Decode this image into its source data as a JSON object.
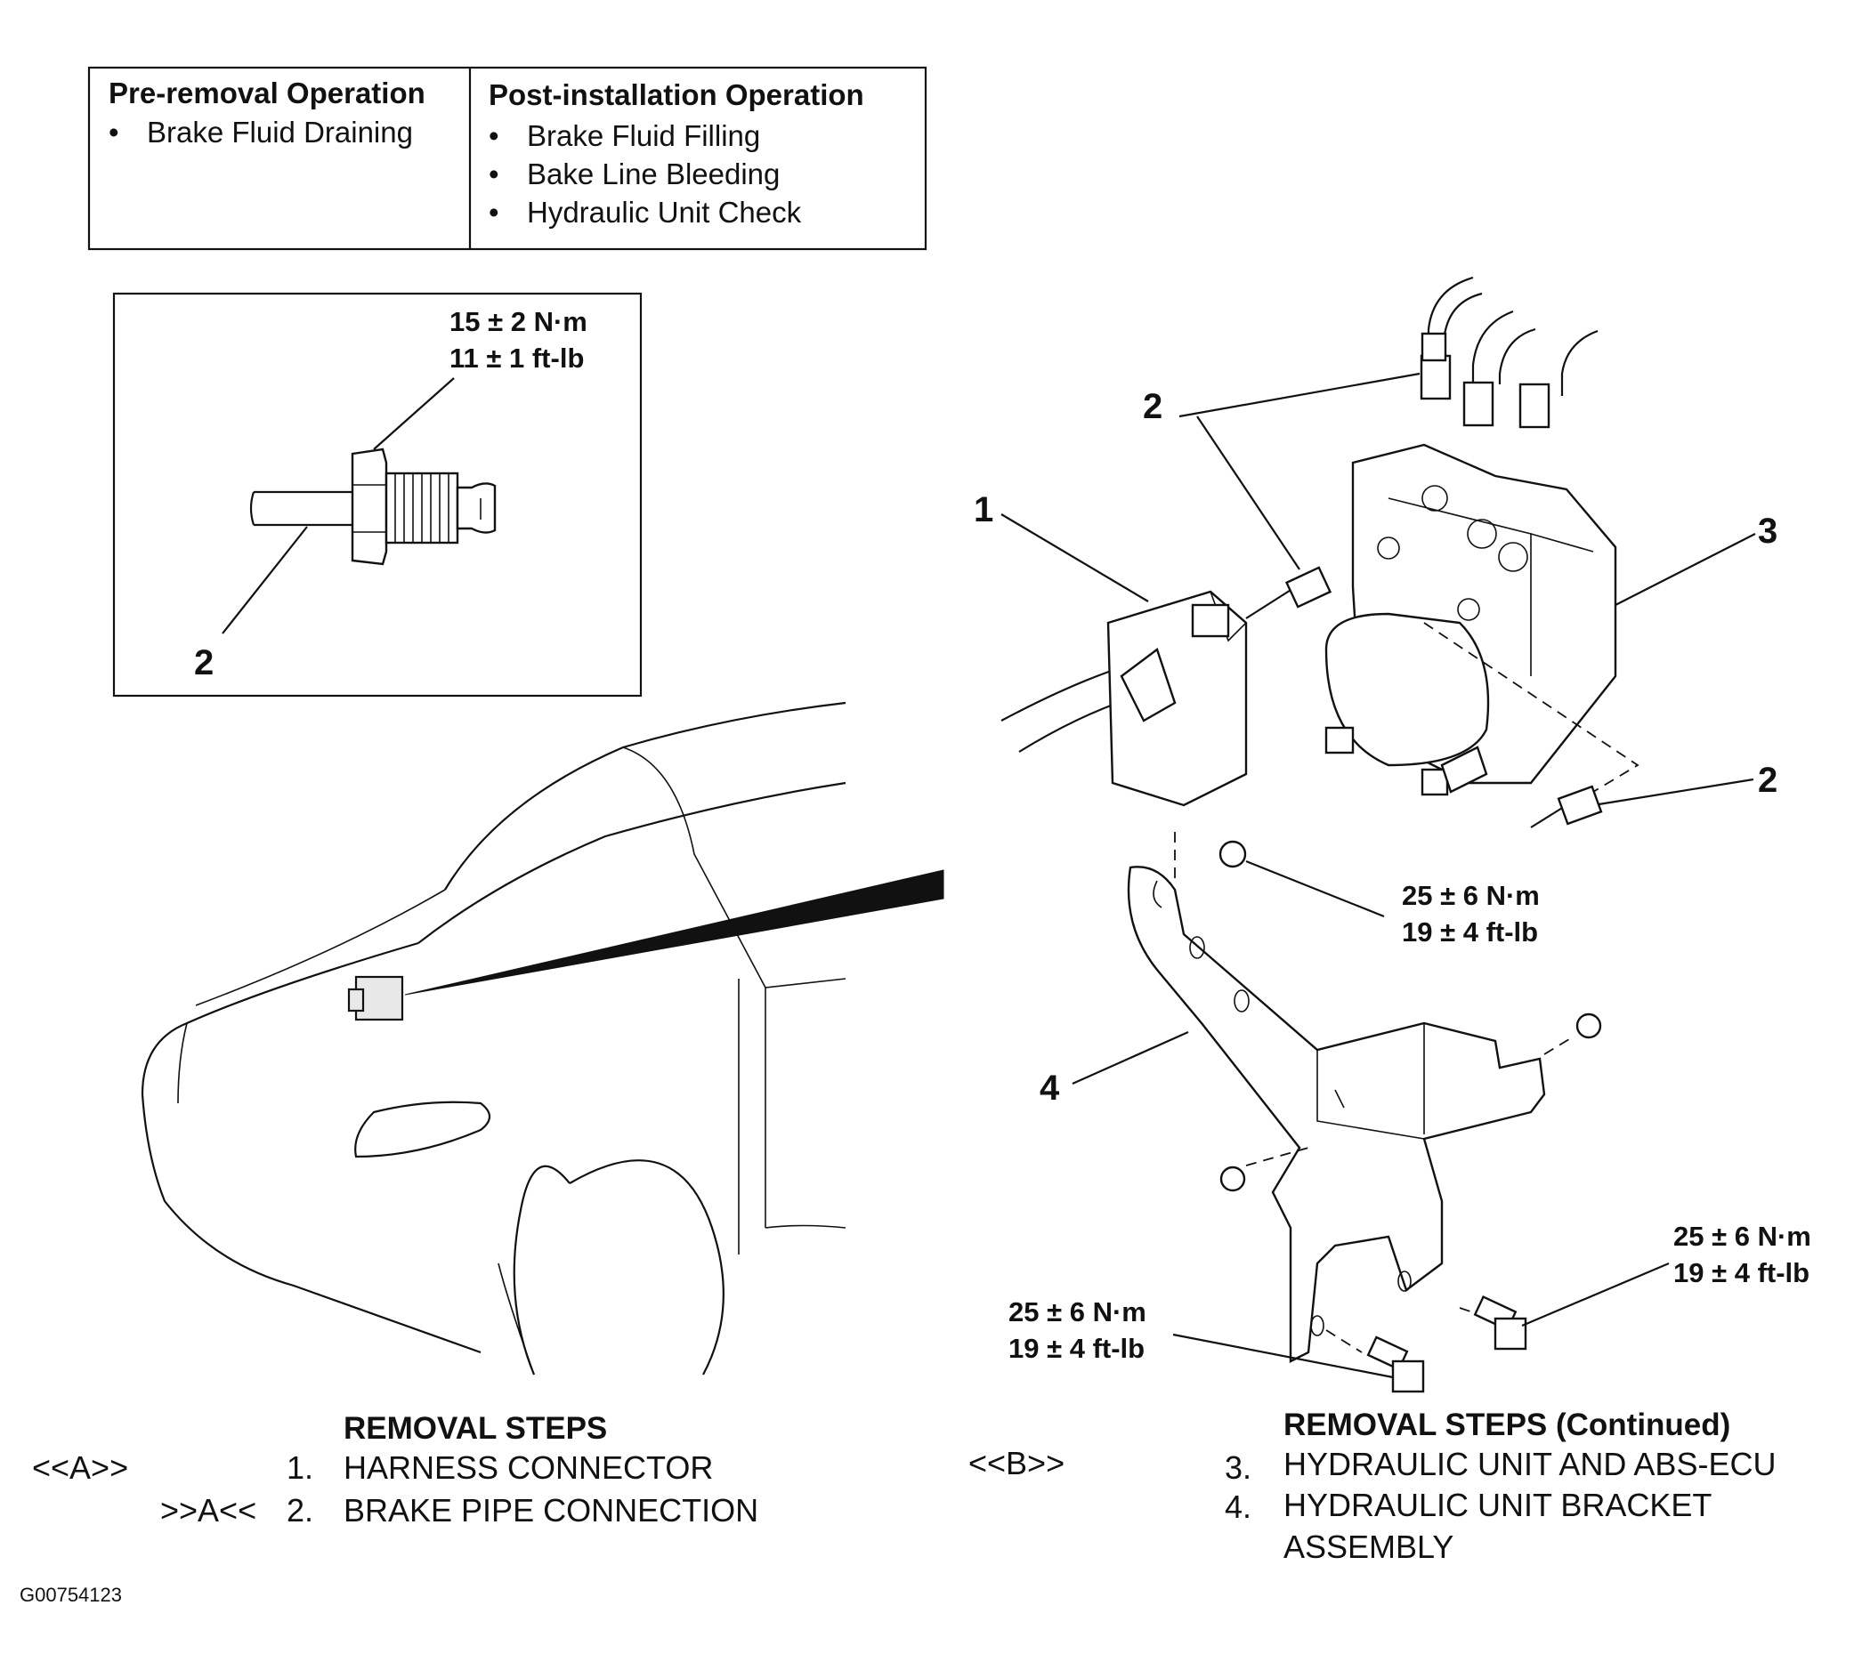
{
  "operations": {
    "pre_removal": {
      "title": "Pre-removal Operation",
      "items": [
        "Brake Fluid Draining"
      ]
    },
    "post_installation": {
      "title": "Post-installation Operation",
      "items": [
        "Brake Fluid Filling",
        "Bake Line Bleeding",
        "Hydraulic Unit Check"
      ]
    }
  },
  "bullet": "•",
  "inset": {
    "torque_nm": "15 ± 2 N·m",
    "torque_ftlb": "11 ± 1 ft-lb",
    "callout": "2"
  },
  "callouts": {
    "c1": "1",
    "c2_top": "2",
    "c2_bottom": "2",
    "c3": "3",
    "c4": "4"
  },
  "torques": {
    "bracket_nut": {
      "nm": "25 ± 6 N·m",
      "ftlb": "19 ± 4 ft-lb"
    },
    "bolt_right": {
      "nm": "25 ± 6 N·m",
      "ftlb": "19 ± 4 ft-lb"
    },
    "bolt_bottom": {
      "nm": "25 ± 6 N·m",
      "ftlb": "19 ± 4 ft-lb"
    }
  },
  "removal_steps": {
    "title": "REMOVAL STEPS",
    "steps": [
      {
        "marker": "<<A>>",
        "number": "1.",
        "text": "HARNESS CONNECTOR"
      },
      {
        "marker": ">>A<<",
        "number": "2.",
        "text": "BRAKE PIPE CONNECTION"
      }
    ]
  },
  "removal_steps_continued": {
    "title": "REMOVAL STEPS (Continued)",
    "steps": [
      {
        "marker": "<<B>>",
        "number": "3.",
        "text": "HYDRAULIC UNIT AND ABS-ECU"
      },
      {
        "marker": "",
        "number": "4.",
        "text": "HYDRAULIC UNIT BRACKET",
        "text_line2": "ASSEMBLY"
      }
    ]
  },
  "figure_code": "G00754123"
}
